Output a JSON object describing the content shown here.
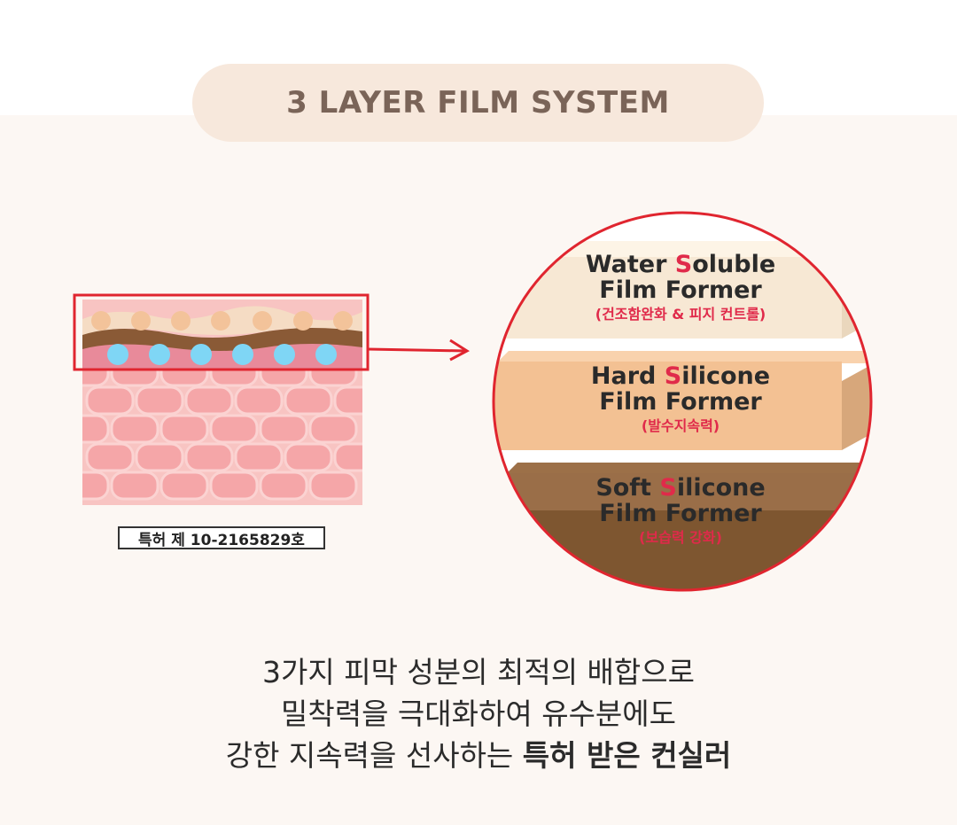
{
  "title": "3 LAYER FILM SYSTEM",
  "patent": "특허 제 10-2165829호",
  "layers": [
    {
      "name_line1_pre": "Water ",
      "name_line1_accent": "S",
      "name_line1_post": "oluble",
      "name_line2": "Film Former",
      "note": "(건조함완화 & 피지 컨트롤)"
    },
    {
      "name_line1_pre": "Hard ",
      "name_line1_accent": "S",
      "name_line1_post": "ilicone",
      "name_line2": "Film Former",
      "note": "(발수지속력)"
    },
    {
      "name_line1_pre": "Soft ",
      "name_line1_accent": "S",
      "name_line1_post": "ilicone",
      "name_line2": "Film Former",
      "note": "(보습력 강화)"
    }
  ],
  "caption": {
    "line1": "3가지 피막 성분의 최적의 배합으로",
    "line2": "밀착력을 극대화하여 유수분에도",
    "line3_a": "강한 지속력을 선사하는 ",
    "line3_b": "특허 받은 컨실러"
  },
  "colors": {
    "accent": "#e02a4a",
    "highlight_border": "#e0252f",
    "layer_water": "#f7e8d4",
    "layer_hard": "#f3c193",
    "layer_soft": "#8a6038"
  }
}
